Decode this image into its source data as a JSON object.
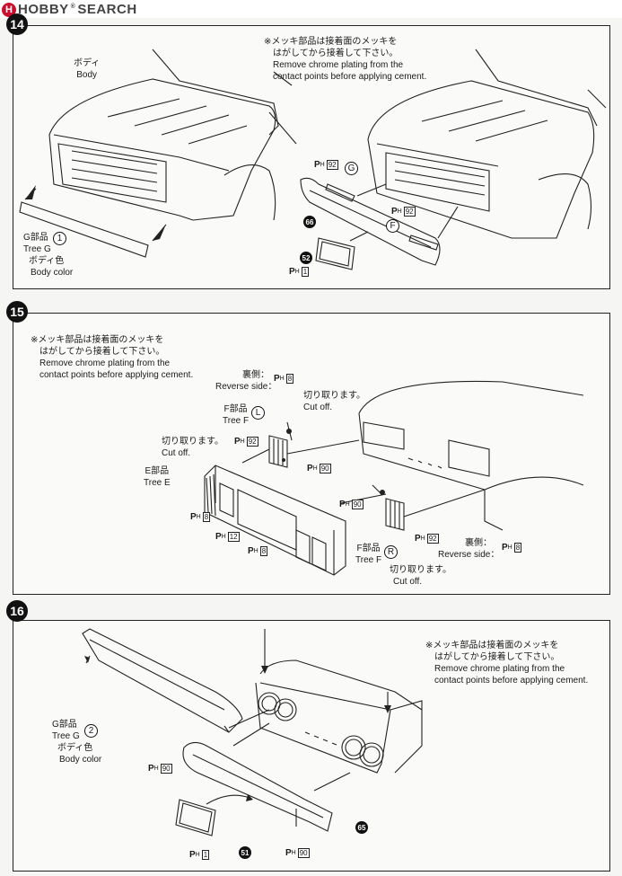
{
  "header": {
    "logo_mark": "H",
    "logo_text": "HOBBY",
    "logo_reg": "®",
    "logo_text2": "SEARCH"
  },
  "steps": {
    "s14": {
      "number": "14",
      "note": [
        "※メッキ部品は接着面のメッキを",
        "はがしてから接着して下さい。",
        "Remove chrome plating from the",
        "contact points before applying cement."
      ],
      "body_label": [
        "ボディ",
        "Body"
      ],
      "tree_label": [
        "G部品",
        "Tree G",
        "ボディ色",
        "Body color"
      ],
      "tree_part": "1",
      "letter_g": "G",
      "letter_f": "F",
      "ph_a": "92",
      "ph_b": "92",
      "ph_c": "1",
      "part_66": "66",
      "part_52": "52"
    },
    "s15": {
      "number": "15",
      "note": [
        "※メッキ部品は接着面のメッキを",
        "はがしてから接着して下さい。",
        "Remove chrome plating from the",
        "contact points before applying cement."
      ],
      "reverse_top": [
        "裏側：",
        "Reverse side："
      ],
      "cutoff_top": [
        "切り取ります。",
        "Cut off."
      ],
      "tree_f_top": [
        "F部品",
        "Tree F"
      ],
      "letter_l": "L",
      "cutoff_left": [
        "切り取ります。",
        "Cut off."
      ],
      "tree_e": [
        "E部品",
        "Tree E"
      ],
      "tree_f_bottom": [
        "F部品",
        "Tree F"
      ],
      "letter_r": "R",
      "cutoff_bottom": [
        "切り取ります。",
        "Cut off."
      ],
      "reverse_bottom": [
        "裏側：",
        "Reverse side："
      ],
      "ph_8a": "8",
      "ph_92a": "92",
      "ph_90a": "90",
      "ph_8b": "8",
      "ph_12": "12",
      "ph_8c": "8",
      "ph_90b": "90",
      "ph_92b": "92",
      "ph_8d": "8"
    },
    "s16": {
      "number": "16",
      "note": [
        "※メッキ部品は接着面のメッキを",
        "はがしてから接着して下さい。",
        "Remove chrome plating from the",
        "contact points before applying cement."
      ],
      "tree_label": [
        "G部品",
        "Tree G",
        "ボディ色",
        "Body color"
      ],
      "tree_part": "2",
      "ph_90a": "90",
      "ph_1": "1",
      "ph_90b": "90",
      "part_65": "65",
      "part_51": "51"
    }
  },
  "ph_prefix": "P",
  "ph_sub": "H"
}
